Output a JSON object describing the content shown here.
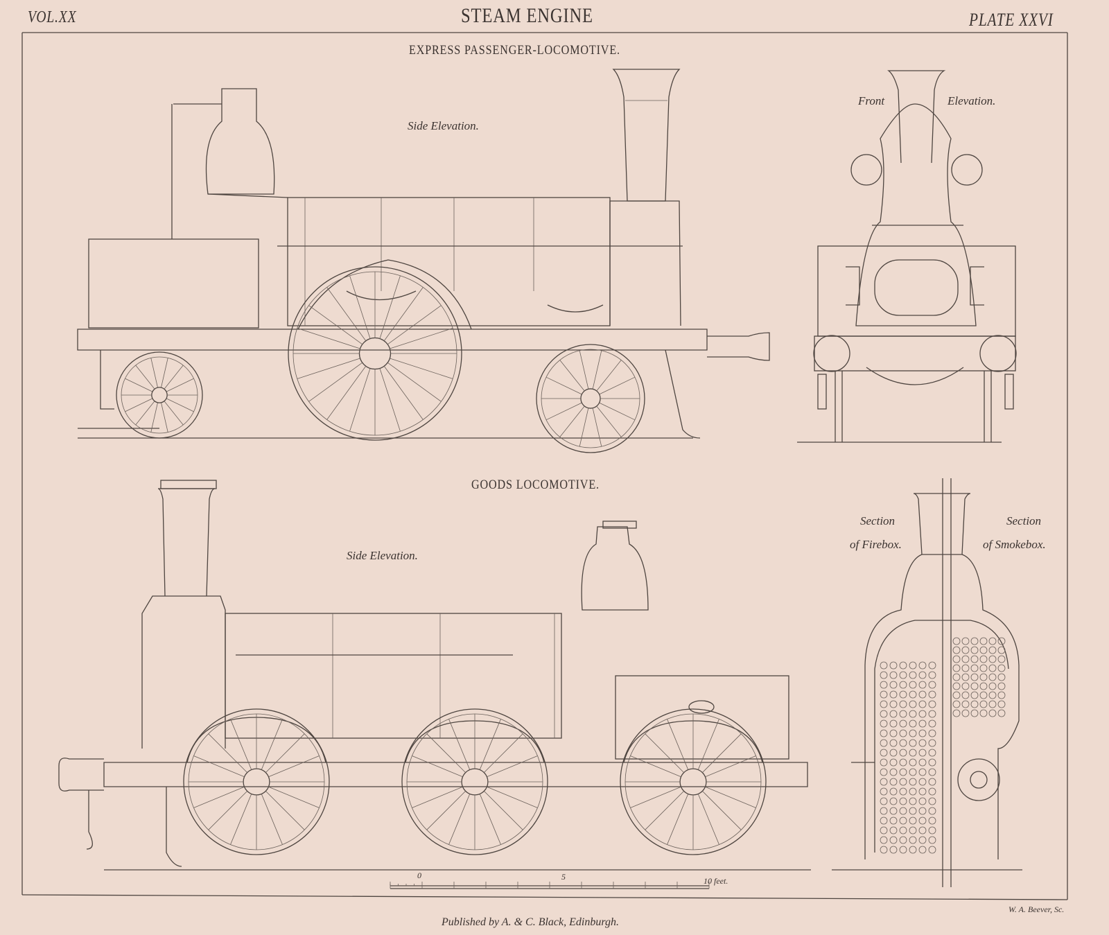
{
  "header": {
    "volume": "VOL.XX",
    "title": "STEAM ENGINE",
    "plate": "PLATE XXVI"
  },
  "express": {
    "title": "EXPRESS PASSENGER-LOCOMOTIVE.",
    "side_label": "Side Elevation.",
    "front_label_1": "Front",
    "front_label_2": "Elevation."
  },
  "goods": {
    "title": "GOODS LOCOMOTIVE.",
    "side_label": "Side Elevation.",
    "section_firebox_1": "Section",
    "section_firebox_2": "of Firebox.",
    "section_smokebox_1": "Section",
    "section_smokebox_2": "of Smokebox."
  },
  "scale": {
    "zero": "0",
    "five": "5",
    "ten": "10 feet."
  },
  "footer": {
    "publisher": "Published by A. & C. Black, Edinburgh.",
    "engraver": "W. A. Beever, Sc."
  }
}
